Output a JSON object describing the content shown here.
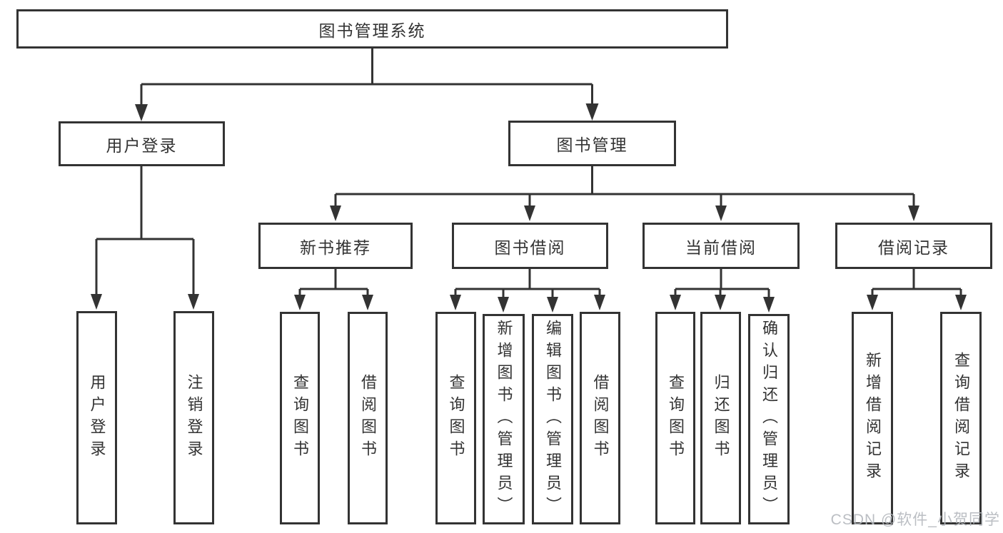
{
  "page": {
    "background": "#ffffff",
    "line_color": "#333333",
    "box_border_color": "#333333",
    "text_color": "#333333"
  },
  "watermark": {
    "text": "CSDN @软件_小贺同学",
    "color": "#b4b8bd"
  },
  "nodes": {
    "root": "图书管理系统",
    "user_login": "用户登录",
    "book_management": "图书管理",
    "login": "用户登录",
    "logout": "注销登录",
    "new_book_recommend": "新书推荐",
    "book_borrow": "图书借阅",
    "current_borrow": "当前借阅",
    "borrow_records": "借阅记录",
    "nbr_query_book": "查询图书",
    "nbr_borrow_book": "借阅图书",
    "bb_query_book": "查询图书",
    "bb_add_book": "新增图书（管理员）",
    "bb_edit_book": "编辑图书（管理员）",
    "bb_borrow_book": "借阅图书",
    "cb_query_book": "查询图书",
    "cb_return_book": "归还图书",
    "cb_confirm_return": "确认归还（管理员）",
    "br_add_record": "新增借阅记录",
    "br_query_record": "查询借阅记录"
  }
}
